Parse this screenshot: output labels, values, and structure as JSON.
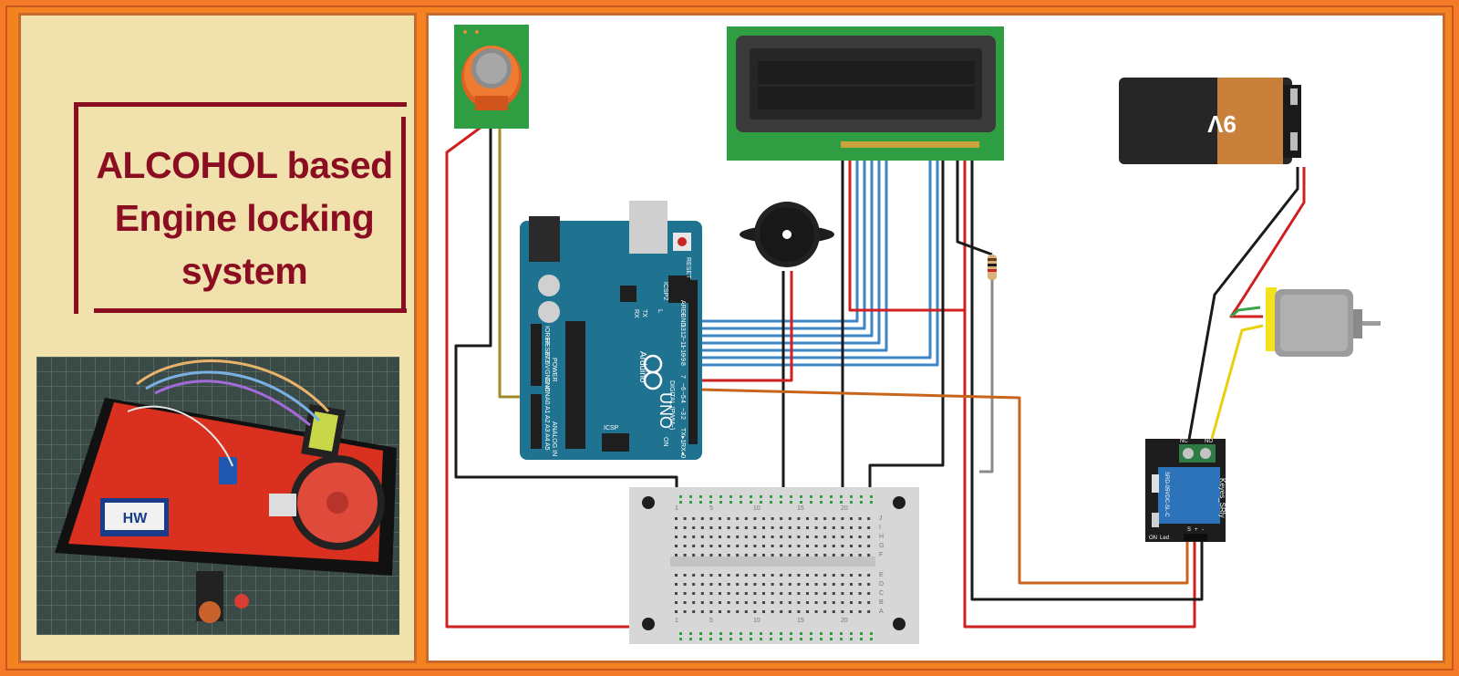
{
  "title": {
    "line1": "ALCOHOL based",
    "line2": "Engine locking",
    "line3": "system"
  },
  "labels": {
    "battery": "9V",
    "relay_brand": "Keyes_SRly",
    "relay_model": "SRD-05VDC-SL-C",
    "board_name": "Arduino",
    "board_model": "UNO",
    "board_reset": "RESET",
    "board_icsp2": "ICSP2",
    "board_icsp": "ICSP",
    "board_on": "ON",
    "board_tx": "TX",
    "board_rx": "RX",
    "board_l": "L",
    "board_aref": "AREF",
    "board_gnd": "GND",
    "board_digital": "DIGITAL (PWM~)",
    "board_power": "POWER",
    "board_analog": "ANALOG IN",
    "board_ioref": "IOREF",
    "board_reset_pin": "RESET",
    "board_3v3": "3V3",
    "board_5v": "5V",
    "board_gnd1": "GND",
    "board_gnd2": "GND",
    "board_vin": "VIN",
    "board_a0": "A0",
    "board_a1": "A1",
    "board_a2": "A2",
    "board_a3": "A3",
    "board_a4": "A4",
    "board_a5": "A5",
    "board_d13": "13",
    "board_d12": "12",
    "board_d11": "~11",
    "board_d10": "~10",
    "board_d9": "~9",
    "board_d8": "8",
    "board_d7": "7",
    "board_d6": "~6",
    "board_d5": "~5",
    "board_d4": "4",
    "board_d3": "~3",
    "board_d2": "2",
    "board_tx1": "TX▸1",
    "board_rx0": "RX◂0",
    "bb_1": "1",
    "bb_5": "5",
    "bb_10": "10",
    "bb_15": "15",
    "bb_20": "20",
    "bb_a": "A",
    "bb_b": "B",
    "bb_c": "C",
    "bb_d": "D",
    "bb_e": "E",
    "bb_f": "F",
    "bb_g": "G",
    "bb_h": "H",
    "bb_i": "I",
    "bb_j": "J",
    "relay_nc": "NC",
    "relay_no": "NO",
    "relay_on": "ON",
    "relay_led": "Led",
    "relay_s": "S",
    "relay_plus": "+",
    "relay_minus": "-",
    "photo_battery": "HW"
  },
  "colors": {
    "frame": "#f58220",
    "left_bg": "#f1e2ad",
    "title": "#8b0d22",
    "wire_red": "#d01f1f",
    "wire_black": "#1a1a1a",
    "wire_blue": "#3d85c6",
    "wire_orange": "#c8651b",
    "wire_yellow": "#e8d10c",
    "wire_green": "#3aa34a",
    "wire_olive": "#a08a2a",
    "arduino": "#1f7391",
    "lcd_pcb": "#2f9e42",
    "relay": "#1d1d1d"
  },
  "icons": [
    "alcohol-sensor-icon",
    "lcd-display-icon",
    "arduino-board-icon",
    "buzzer-icon",
    "battery-icon",
    "dc-motor-icon",
    "relay-module-icon",
    "breadboard-icon",
    "resistor-icon"
  ]
}
